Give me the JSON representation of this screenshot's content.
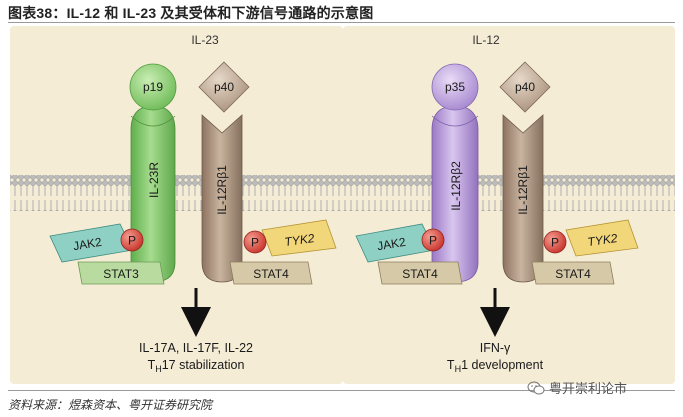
{
  "figure_title": "图表38：IL-12 和 IL-23 及其受体和下游信号通路的示意图",
  "left_panel": {
    "cytokine": "IL-23",
    "subunit_a": "p19",
    "subunit_b": "p40",
    "receptor_a": "IL-23R",
    "receptor_b": "IL-12Rβ1",
    "kinase_left": "JAK2",
    "kinase_right": "TYK2",
    "phospho_left": "P",
    "phospho_right": "P",
    "stat_left": "STAT3",
    "stat_right": "STAT4",
    "output_line1": "IL-17A, IL-17F, IL-22",
    "output_line2_pre": "T",
    "output_line2_sub": "H",
    "output_line2_post": "17 stabilization"
  },
  "right_panel": {
    "cytokine": "IL-12",
    "subunit_a": "p35",
    "subunit_b": "p40",
    "receptor_a": "IL-12Rβ2",
    "receptor_b": "IL-12Rβ1",
    "kinase_left": "JAK2",
    "kinase_right": "TYK2",
    "phospho_left": "P",
    "phospho_right": "P",
    "stat_left": "STAT4",
    "stat_right": "STAT4",
    "output_line1": "IFN-γ",
    "output_line2_pre": "T",
    "output_line2_sub": "H",
    "output_line2_post": "1 development"
  },
  "source": "资料来源：煜森资本、粤开证券研究院",
  "watermark": "粤开崇利论市",
  "colors": {
    "panel_bg": "#f5ecd6",
    "membrane": "#b7b7b7",
    "receptor_green": "#7fc66a",
    "receptor_purple": "#b79ad6",
    "receptor_brown": "#a68d77",
    "phospho_red": "#d8443b",
    "jak_teal": "#8fd0c4",
    "tyk_yellow": "#f2d67a",
    "stat_green": "#b9dba0",
    "stat_tan": "#d6c9a8"
  }
}
